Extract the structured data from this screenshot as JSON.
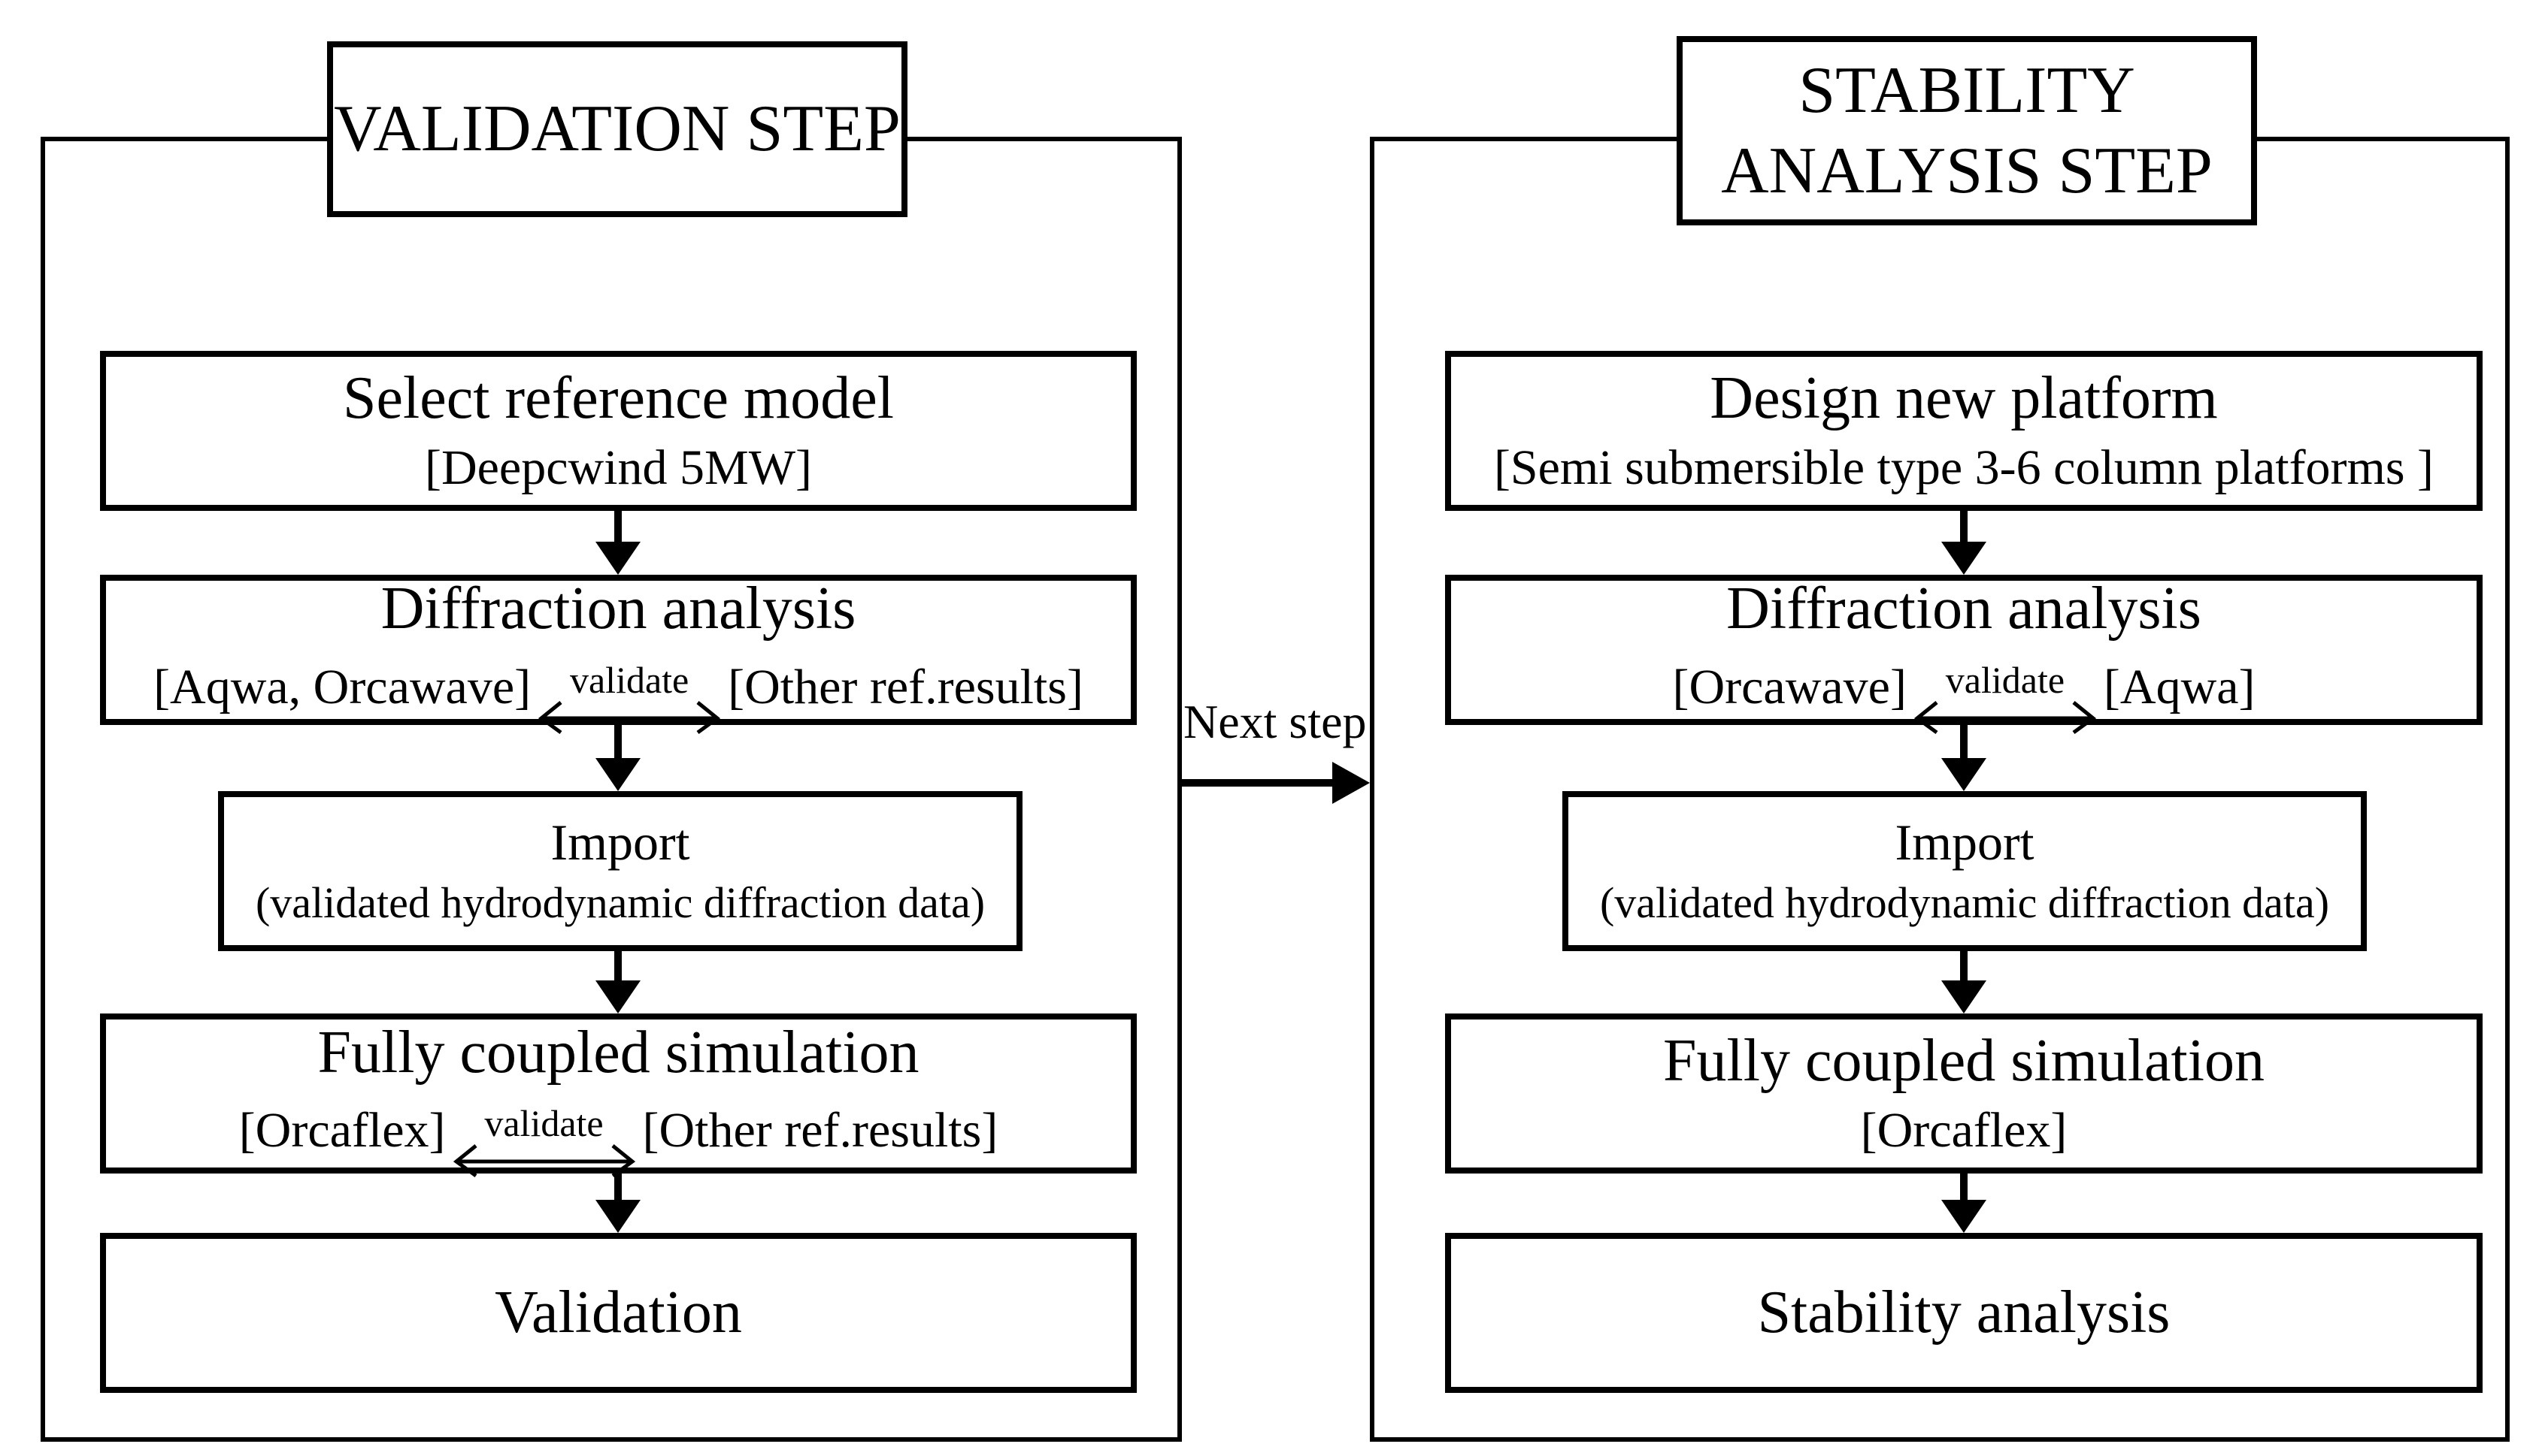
{
  "diagram": {
    "background": "#ffffff",
    "line_color": "#000000",
    "connector": {
      "label": "Next step"
    },
    "validation_step": {
      "title": "VALIDATION STEP",
      "boxes": {
        "select_reference_model": {
          "title": "Select reference model",
          "subtitle": "[Deepcwind 5MW]"
        },
        "diffraction_analysis": {
          "title": "Diffraction analysis",
          "left_tool": "[Aqwa, Orcawave]",
          "arrow_label": "validate",
          "right_tool": "[Other ref.results]"
        },
        "import": {
          "title": "Import",
          "subtitle": "(validated hydrodynamic diffraction data)"
        },
        "fully_coupled_simulation": {
          "title": "Fully coupled simulation",
          "left_tool": "[Orcaflex]",
          "arrow_label": "validate",
          "right_tool": "[Other ref.results]"
        },
        "validation": {
          "title": "Validation"
        }
      }
    },
    "stability_step": {
      "title_line1": "STABILITY",
      "title_line2": "ANALYSIS STEP",
      "boxes": {
        "design_new_platform": {
          "title": "Design new platform",
          "subtitle": "[Semi submersible type 3-6 column platforms ]"
        },
        "diffraction_analysis": {
          "title": "Diffraction analysis",
          "left_tool": "[Orcawave]",
          "arrow_label": "validate",
          "right_tool": "[Aqwa]"
        },
        "import": {
          "title": "Import",
          "subtitle": "(validated hydrodynamic diffraction data)"
        },
        "fully_coupled_simulation": {
          "title": "Fully coupled simulation",
          "subtitle": "[Orcaflex]"
        },
        "stability_analysis": {
          "title": "Stability analysis"
        }
      }
    }
  }
}
